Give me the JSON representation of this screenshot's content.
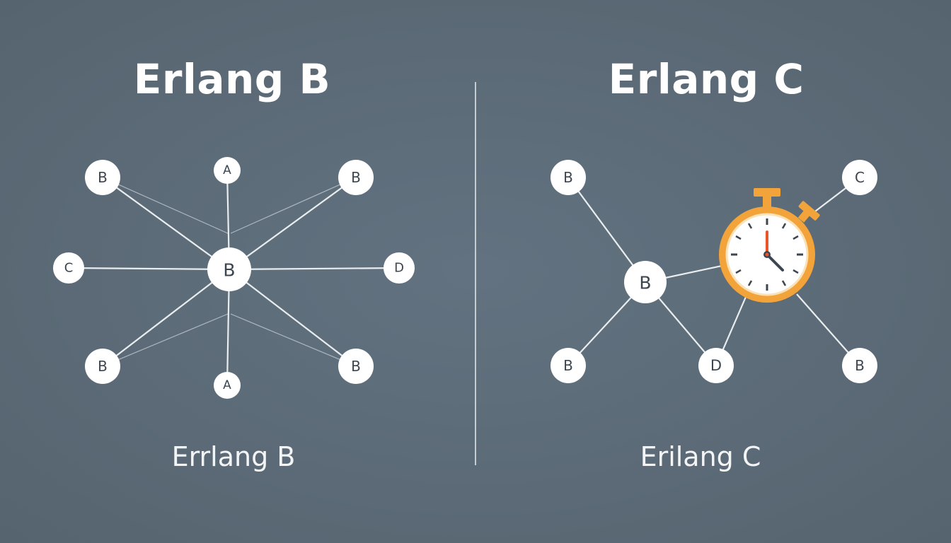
{
  "left": {
    "title": "Erlang B",
    "caption": "Errlang B",
    "nodes": [
      {
        "id": "hub",
        "label": "B"
      },
      {
        "id": "top-left",
        "label": "B"
      },
      {
        "id": "top",
        "label": "A"
      },
      {
        "id": "top-right",
        "label": "B"
      },
      {
        "id": "left",
        "label": "C"
      },
      {
        "id": "right",
        "label": "D"
      },
      {
        "id": "bottom-left",
        "label": "B"
      },
      {
        "id": "bottom",
        "label": "A"
      },
      {
        "id": "bottom-right",
        "label": "B"
      }
    ]
  },
  "right": {
    "title": "Erlang C",
    "caption": "Erilang C",
    "nodes": [
      {
        "id": "hub",
        "label": "B"
      },
      {
        "id": "top-left",
        "label": "B"
      },
      {
        "id": "top-right",
        "label": "C"
      },
      {
        "id": "bottom-left",
        "label": "B"
      },
      {
        "id": "bottom-mid",
        "label": "D"
      },
      {
        "id": "bottom-right",
        "label": "B"
      }
    ],
    "icon": "stopwatch-icon"
  },
  "colors": {
    "background": "#5c6b77",
    "node_fill": "#ffffff",
    "node_text": "#3c4650",
    "edge": "#e9edf0",
    "stopwatch_ring": "#f2a33a",
    "stopwatch_hand": "#e8552a"
  }
}
